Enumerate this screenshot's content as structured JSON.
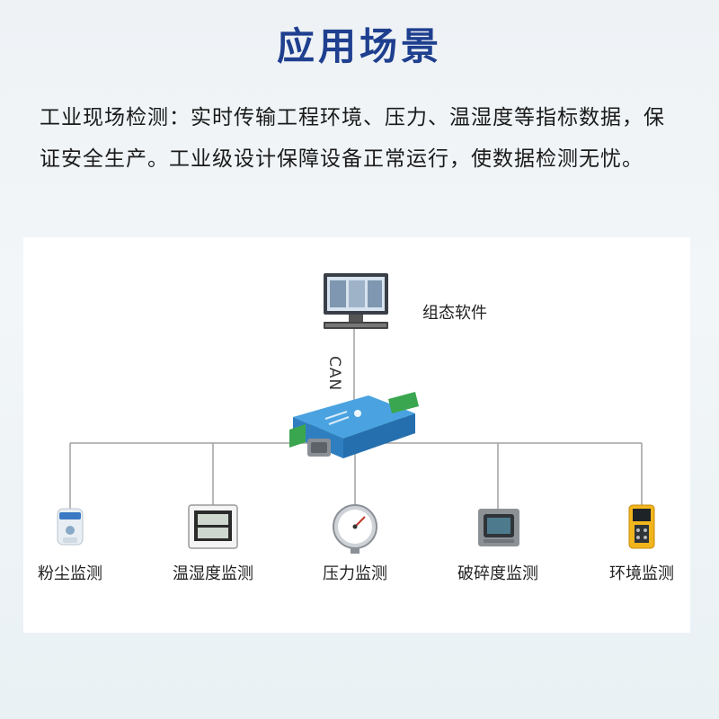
{
  "page": {
    "title": "应用场景",
    "description": "工业现场检测：实时传输工程环境、压力、温湿度等指标数据，保证安全生产。工业级设计保障设备正常运行，使数据检测无忧。"
  },
  "diagram": {
    "software_label": "组态软件",
    "bus_label": "CAN",
    "devices": [
      {
        "label": "粉尘监测",
        "icon": "dust-sensor-icon"
      },
      {
        "label": "温湿度监测",
        "icon": "temperature-humidity-meter-icon"
      },
      {
        "label": "压力监测",
        "icon": "pressure-gauge-icon"
      },
      {
        "label": "破碎度监测",
        "icon": "fragmentation-monitor-icon"
      },
      {
        "label": "环境监测",
        "icon": "environment-meter-icon"
      }
    ],
    "colors": {
      "title": "#1f3f8f",
      "line": "#9a9a9a",
      "gateway_blue": "#3b8fd6",
      "terminal_green": "#2f9e4a"
    }
  }
}
